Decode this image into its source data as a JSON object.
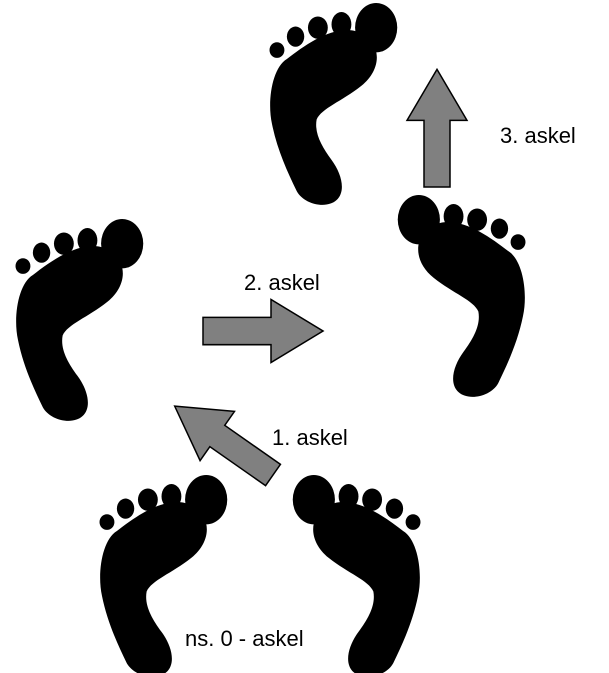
{
  "colors": {
    "footprint": "#000000",
    "arrow_fill": "#808080",
    "arrow_stroke": "#000000",
    "background": "#ffffff"
  },
  "labels": {
    "step0": "ns. 0 - askel",
    "step1": "1. askel",
    "step2": "2. askel",
    "step3": "3. askel"
  },
  "icons": {
    "left_foot": "left-footprint-icon",
    "right_foot": "right-footprint-icon",
    "arrow": "arrow-icon"
  }
}
